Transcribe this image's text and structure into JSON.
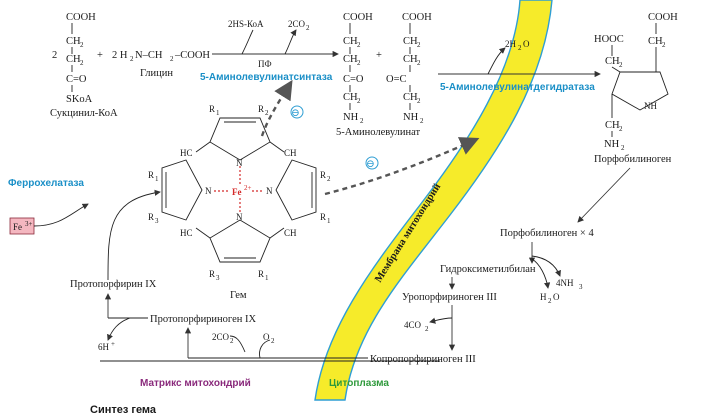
{
  "colors": {
    "membrane_fill": "#f6eb2a",
    "membrane_edge": "#2f9ed3",
    "enzyme_blue": "#1a8fc7",
    "matrix_purple": "#8a2a7c",
    "cytoplasm_green": "#2f9a3c",
    "iron_red": "#d42a2a",
    "fe_box": "#f4b7c0",
    "inhibit_dash": "#555555"
  },
  "caption": "Синтез гема",
  "compartments": {
    "matrix": "Матрикс митохондрий",
    "cytoplasm": "Цитоплазма",
    "membrane": "Мембрана митохондрий"
  },
  "enzymes": {
    "ala_synthase": "5-Аминолевулинатсинтаза",
    "ala_dehydratase": "5-Аминолевулинатдегидратаза",
    "ferrochelatase": "Феррохелатаза"
  },
  "molecules": {
    "succinyl_coa": "Сукцинил-КоА",
    "glycine": "Глицин",
    "ala": "5-Аминолевулинат",
    "porphobilinogen": "Порфобилиноген",
    "pbg_x4": "Порфобилиноген × 4",
    "hydroxymethylbilane": "Гидроксиметилбилан",
    "uroporphyrinogen": "Уропорфириноген III",
    "coproporphyrinogen": "Копропорфириноген III",
    "protoporphyrinogen": "Протопорфириноген IX",
    "protoporphyrin": "Протопорфирин IX",
    "heme": "Гем"
  },
  "cofactors": {
    "hs_koa": "2HS-КоА",
    "co2_two": "2CO",
    "pf": "ПФ",
    "h2o_two": "2H",
    "nh3_four": "4NH",
    "h2o": "H",
    "co2_four": "4CO",
    "o2": "O",
    "h_plus": "6H",
    "fe2": "Fe",
    "fe3": "Fe"
  },
  "formula": {
    "cooh": "COOH",
    "ch2": "CH",
    "c_o": "C=O",
    "o_c": "O=C",
    "skoa": "SKoA",
    "nh2": "NH",
    "hooc": "HOOC",
    "ch": "CH",
    "hc": "HC",
    "n": "N",
    "nh": "NH",
    "c": "C",
    "glycine_formula": "2 H",
    "glycine_rest": "N–CH",
    "glycine_cooh": "–COOH",
    "coef_two": "2",
    "plus": "+"
  },
  "substituents": {
    "r1": "R",
    "r2": "R",
    "r3": "R",
    "i1": "1",
    "i2": "2",
    "i3": "3"
  },
  "inhibition_sign": "⊖"
}
